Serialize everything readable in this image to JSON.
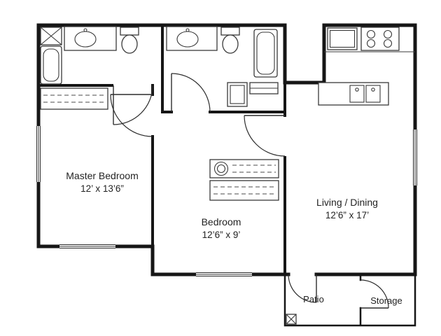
{
  "rooms": {
    "master_bedroom": {
      "name": "Master Bedroom",
      "dimensions": "12’ x 13’6”"
    },
    "bedroom": {
      "name": "Bedroom",
      "dimensions": "12’6” x 9’"
    },
    "living_dining": {
      "name": "Living / Dining",
      "dimensions": "12’6” x 17’"
    },
    "patio": {
      "name": "Patio"
    },
    "storage": {
      "name": "Storage"
    }
  },
  "colors": {
    "wall": "#161616",
    "background": "#ffffff",
    "text": "#232323"
  }
}
